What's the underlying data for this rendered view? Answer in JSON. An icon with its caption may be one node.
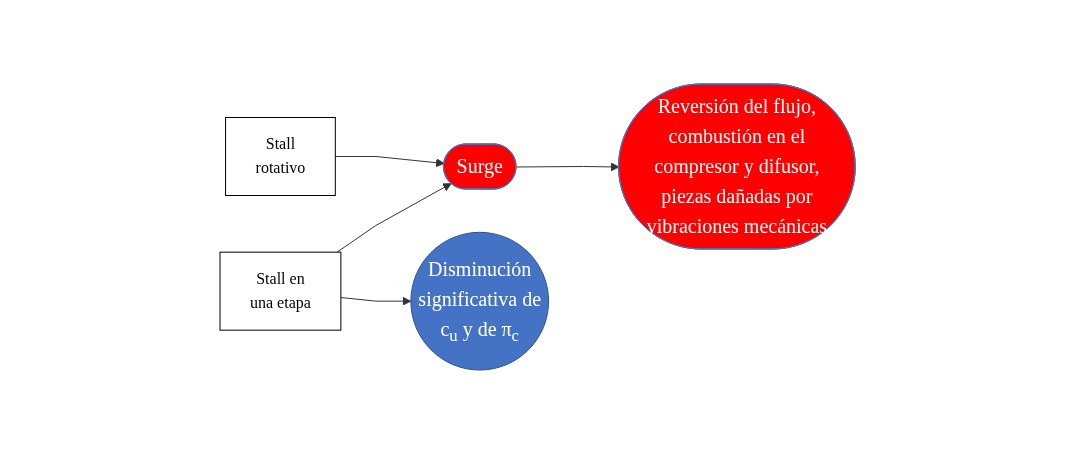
{
  "diagram": {
    "nodes": [
      {
        "text": [
          "Stall rotativo"
        ]
      },
      {
        "text": [
          "Stall en una etapa"
        ]
      },
      {
        "text": [
          "Surge"
        ]
      },
      {
        "text": [
          "Reversión del flujo, combustión en el compresor y difusor, piezas dañadas por vibraciones mecánicas"
        ]
      },
      {
        "text": [
          "Disminución significativa de c$_{u}$ y de π$_{c}$"
        ]
      }
    ],
    "edges": [
      {
        "from": 0,
        "to": 2,
        "arrow": "to"
      },
      {
        "from": 1,
        "to": 2,
        "arrow": "to"
      },
      {
        "from": 1,
        "to": 4,
        "arrow": "to"
      },
      {
        "from": 2,
        "to": 3,
        "arrow": "to"
      }
    ]
  }
}
